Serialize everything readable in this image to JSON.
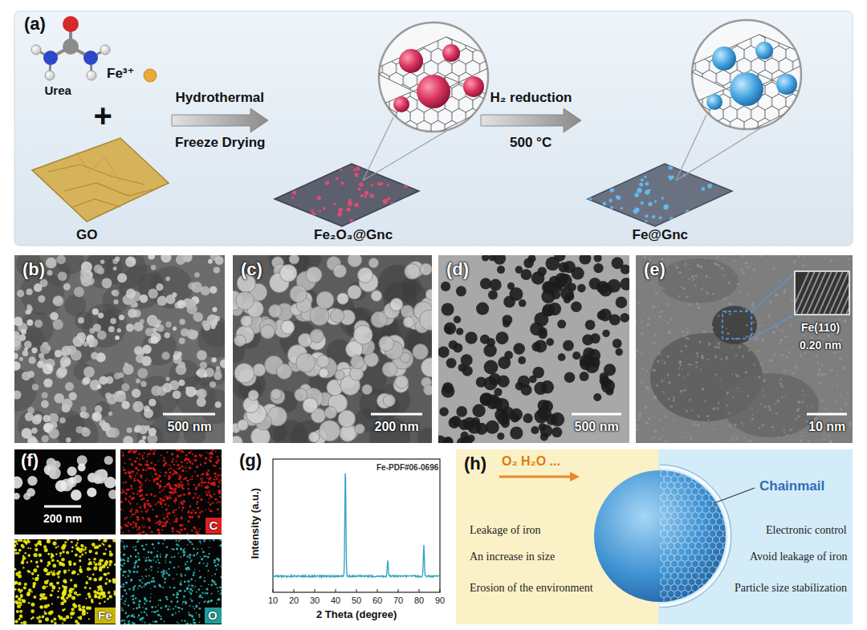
{
  "diagram": {
    "nodes": [
      {
        "text": [
          "(a)",
          "Urea",
          "Fe³⁺",
          "+",
          "Freeze Drying",
          "500 °C"
        ]
      },
      {
        "text": [
          "GO"
        ],
        "in": 0
      },
      {
        "text": [
          "Fe₂O₃@Gnc"
        ],
        "in": 0
      },
      {
        "text": [
          "Fe@Gnc"
        ],
        "in": 0
      },
      {
        "text": [
          "(b)",
          "500 nm"
        ]
      },
      {
        "text": [
          "(c)",
          "200 nm"
        ]
      },
      {
        "text": [
          "(d)",
          "500 nm"
        ]
      },
      {
        "text": [
          "(e)",
          "Fe(110)",
          "0.20 nm",
          "10 nm"
        ]
      },
      {
        "text": [
          "(f)"
        ]
      },
      {
        "text": [
          "200 nm"
        ],
        "in": 8
      },
      {
        "text": [
          "C"
        ],
        "in": 8
      },
      {
        "text": [
          "Fe"
        ],
        "in": 8
      },
      {
        "text": [
          "O"
        ],
        "in": 8
      },
      {
        "text": [
          "(g)",
          "Fe-PDF#06-0696",
          "Intensity (a.u.)",
          "2 Theta (degree)",
          "10",
          "20",
          "30",
          "40",
          "50",
          "60",
          "70",
          "80",
          "90"
        ]
      },
      {
        "text": [
          "(h)"
        ]
      },
      {
        "text": [
          "O₂ H₂O ...",
          "Leakage of iron",
          "An increase in size",
          "Erosion of the environment"
        ],
        "in": 14
      },
      {
        "text": [
          "Chainmail",
          "Electronic control",
          "Avoid leakage of iron",
          "Particle size stabilization"
        ],
        "in": 14
      }
    ],
    "edges": [
      {
        "from": 1,
        "to": 2,
        "arrow": "to",
        "label": "Hydrothermal"
      },
      {
        "from": 2,
        "to": 3,
        "arrow": "to",
        "label": "H₂ reduction"
      }
    ]
  }
}
